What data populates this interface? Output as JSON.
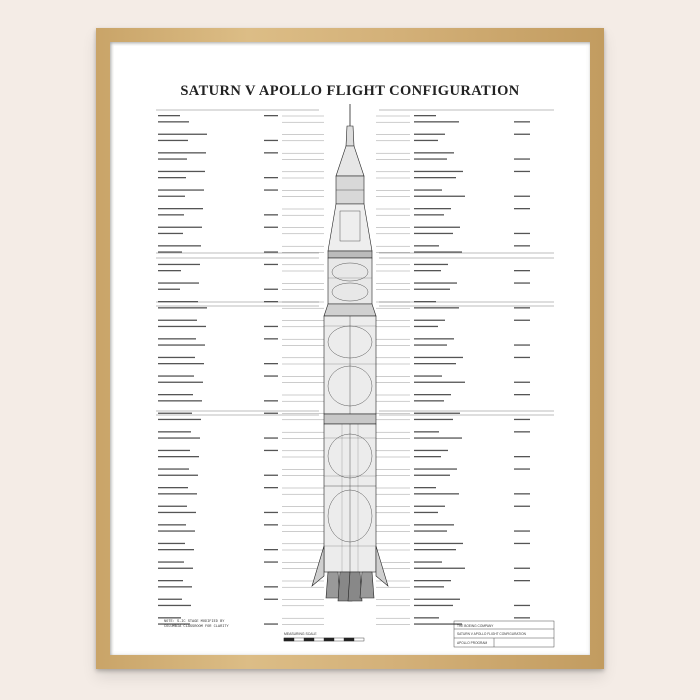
{
  "poster": {
    "title": "SATURN V APOLLO FLIGHT CONFIGURATION",
    "note": "NOTE: S-IC STAGE MODIFIED BY COLUMBIA CLASSROOM FOR CLARITY",
    "scale_label": "MEASURING SCALE",
    "title_block": {
      "company": "THE BOEING COMPANY",
      "division": "APOLLO PROGRAM",
      "drawing": "SATURN V APOLLO FLIGHT CONFIGURATION"
    }
  },
  "colors": {
    "background": "#f4ece6",
    "frame": "#d3b078",
    "paper": "#ffffff",
    "ink": "#222222"
  }
}
